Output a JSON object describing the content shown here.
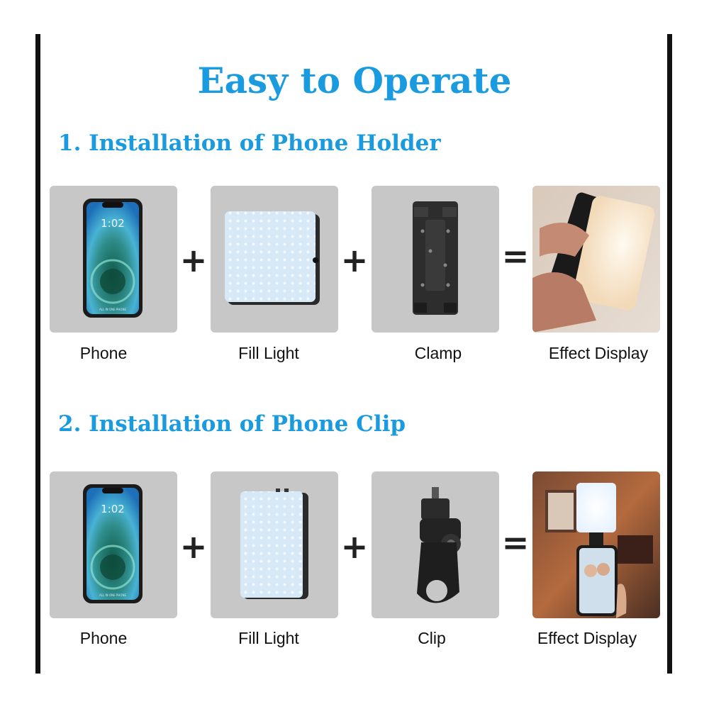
{
  "title": "Easy to Operate",
  "sections": [
    {
      "heading": "1. Installation of Phone Holder",
      "items": [
        "Phone",
        "Fill Light",
        "Clamp",
        "Effect Display"
      ],
      "operators": [
        "+",
        "+",
        "="
      ]
    },
    {
      "heading": "2. Installation of Phone Clip",
      "items": [
        "Phone",
        "Fill Light",
        "Clip",
        "Effect Display"
      ],
      "operators": [
        "+",
        "+",
        "="
      ]
    }
  ],
  "phone_screen": {
    "time": "1:02",
    "brand_text": "ALL IN ONE PHONE"
  },
  "colors": {
    "heading": "#1a9be0",
    "tile_background": "#c7c7c7",
    "frame_bar": "#111111"
  }
}
